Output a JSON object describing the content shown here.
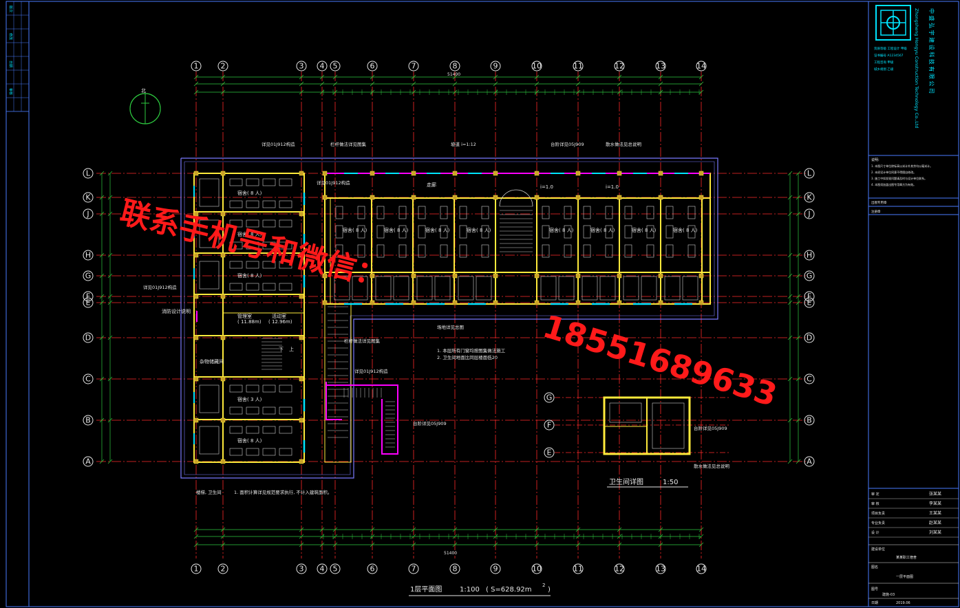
{
  "drawing": {
    "title": "1层平面图",
    "scale": "1:100",
    "area_text": "( S=628.92m",
    "area_sup": "2",
    "area_close": ")",
    "detail_title": "卫生间详图",
    "detail_scale": "1:50",
    "total_dimension": "51400",
    "north_label": "北"
  },
  "axes": {
    "columns": [
      "1",
      "2",
      "3",
      "4",
      "5",
      "6",
      "7",
      "8",
      "9",
      "10",
      "11",
      "12",
      "13",
      "14"
    ],
    "rows": [
      "L",
      "K",
      "J",
      "H",
      "G",
      "F",
      "E",
      "D",
      "C",
      "B",
      "A"
    ],
    "detail_rows": [
      "G",
      "F",
      "E"
    ]
  },
  "rooms": {
    "dorm_8": "宿舍( 8 人)",
    "dorm_3": "宿舍( 3 人)",
    "office": "管理室",
    "office_area": "( 11.88m)",
    "activity": "活动室",
    "activity_area": "( 12.96m)",
    "storage": "杂物储藏间",
    "stair_down": "下",
    "stair_up": "上",
    "tag_fire": "消防设计说明",
    "corridor": "走廊"
  },
  "notes": {
    "note1": "1. 本层所有门窗均按图集做法施工",
    "note2": "2. 卫生间地面比同层楼面低20",
    "ramp": "坡道 i=1:12",
    "slope_i": "i=1.0",
    "site_note": "场地详见总图",
    "bottom_note": "1. 面积计算详见规范要求执行, 不计入建筑面积。",
    "bottom_left": "楼梯, 卫生间",
    "callout1": "详见01J912构造",
    "callout2": "栏杆做法详见图集",
    "callout3": "台阶详见05J909",
    "callout4": "散水做法见总说明"
  },
  "company": {
    "name_cn": "中 盛 弘 宇 建 设 科 技 有 限 公 司",
    "name_en": "Zhongsheng Hongyu Construction Technology Co.,Ltd",
    "qualification": "资质等级 工程设计 甲级",
    "cert_lines": [
      "证书编号 A1234567",
      "工程咨询 甲级",
      "城乡规划 乙级"
    ]
  },
  "title_block": {
    "notes_head": "说明:",
    "notes_lines": [
      "1. 本图尺寸单位除标高以米计外其余均以毫米计。",
      "2. 未经设计单位同意不得擅自修改。",
      "3. 施工中如发现问题请及时与设计单位联系。",
      "4. 本图须加盖出图专用章方为有效。"
    ],
    "seal_label": "出图专用章",
    "reg_label": "注册章",
    "sign_rows": [
      {
        "role": "审 定",
        "name": "张某某"
      },
      {
        "role": "审 核",
        "name": "李某某"
      },
      {
        "role": "项目负责",
        "name": "王某某"
      },
      {
        "role": "专业负责",
        "name": "赵某某"
      },
      {
        "role": "设 计",
        "name": "刘某某"
      }
    ],
    "project_label": "建设单位",
    "project_value": "某某职工宿舍",
    "drawing_label": "图名",
    "drawing_value": "一层平面图",
    "number_label": "图号",
    "number_value": "建施-03",
    "date_label": "日期",
    "date_value": "2019.06"
  },
  "revision": {
    "rows": [
      "版次",
      "修改",
      "日期",
      "审核"
    ]
  },
  "watermark": {
    "line1": "联系手机号和微信：",
    "line2": "18551689633"
  },
  "colors": {
    "background": "#000000",
    "grid": "#ff2a2a",
    "wall": "#ffeb3b",
    "dimension": "#2ecc40",
    "text": "#e8e8e8",
    "cyan": "#00e5ff",
    "magenta": "#ff00ff",
    "frame": "#4a7dff",
    "watermark": "#ff1a1a"
  }
}
